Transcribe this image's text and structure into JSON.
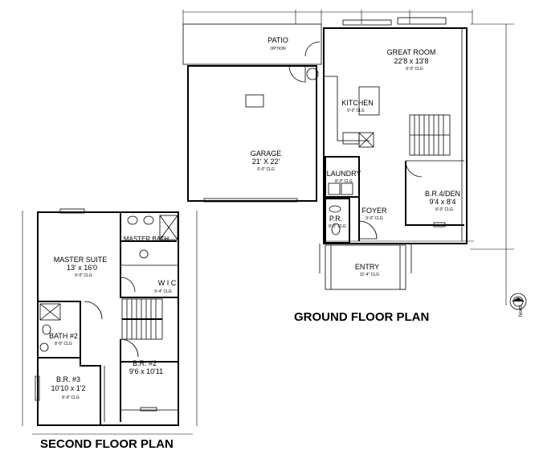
{
  "ground_floor": {
    "title": "GROUND FLOOR PLAN",
    "rooms": [
      {
        "name": "PATIO",
        "size": "",
        "ceiling": "OPTION"
      },
      {
        "name": "GREAT ROOM",
        "size": "22'8 x 13'8",
        "ceiling": "9'-0\" CLG"
      },
      {
        "name": "KITCHEN",
        "size": "",
        "ceiling": "9'-0\" CLG"
      },
      {
        "name": "GARAGE",
        "size": "21' X 22'",
        "ceiling": "9'-0\" CLG"
      },
      {
        "name": "LAUNDRY",
        "size": "",
        "ceiling": "8'-0\" CLG"
      },
      {
        "name": "B.R.4/DEN",
        "size": "9'4 x 8'4",
        "ceiling": "8'-0\" CLG"
      },
      {
        "name": "P.R.",
        "size": "",
        "ceiling": "8'-0\" CLG"
      },
      {
        "name": "FOYER",
        "size": "",
        "ceiling": "9'-0\" CLG"
      },
      {
        "name": "ENTRY",
        "size": "",
        "ceiling": "11'-4\" CLG"
      }
    ]
  },
  "second_floor": {
    "title": "SECOND FLOOR PLAN",
    "rooms": [
      {
        "name": "MASTER SUITE",
        "size": "13' x 16'0",
        "ceiling": "9'-0\" CLG"
      },
      {
        "name": "MASTER BATH",
        "size": "",
        "ceiling": ""
      },
      {
        "name": "W I C",
        "size": "",
        "ceiling": "9'-4\" CLG"
      },
      {
        "name": "BATH #2",
        "size": "",
        "ceiling": "8'-0\" CLG"
      },
      {
        "name": "B.R. #2",
        "size": "9'6 x 10'11",
        "ceiling": ""
      },
      {
        "name": "B.R. #3",
        "size": "10'10 x 1'2",
        "ceiling": "8'-0\" CLG"
      }
    ]
  },
  "north_label": "North"
}
